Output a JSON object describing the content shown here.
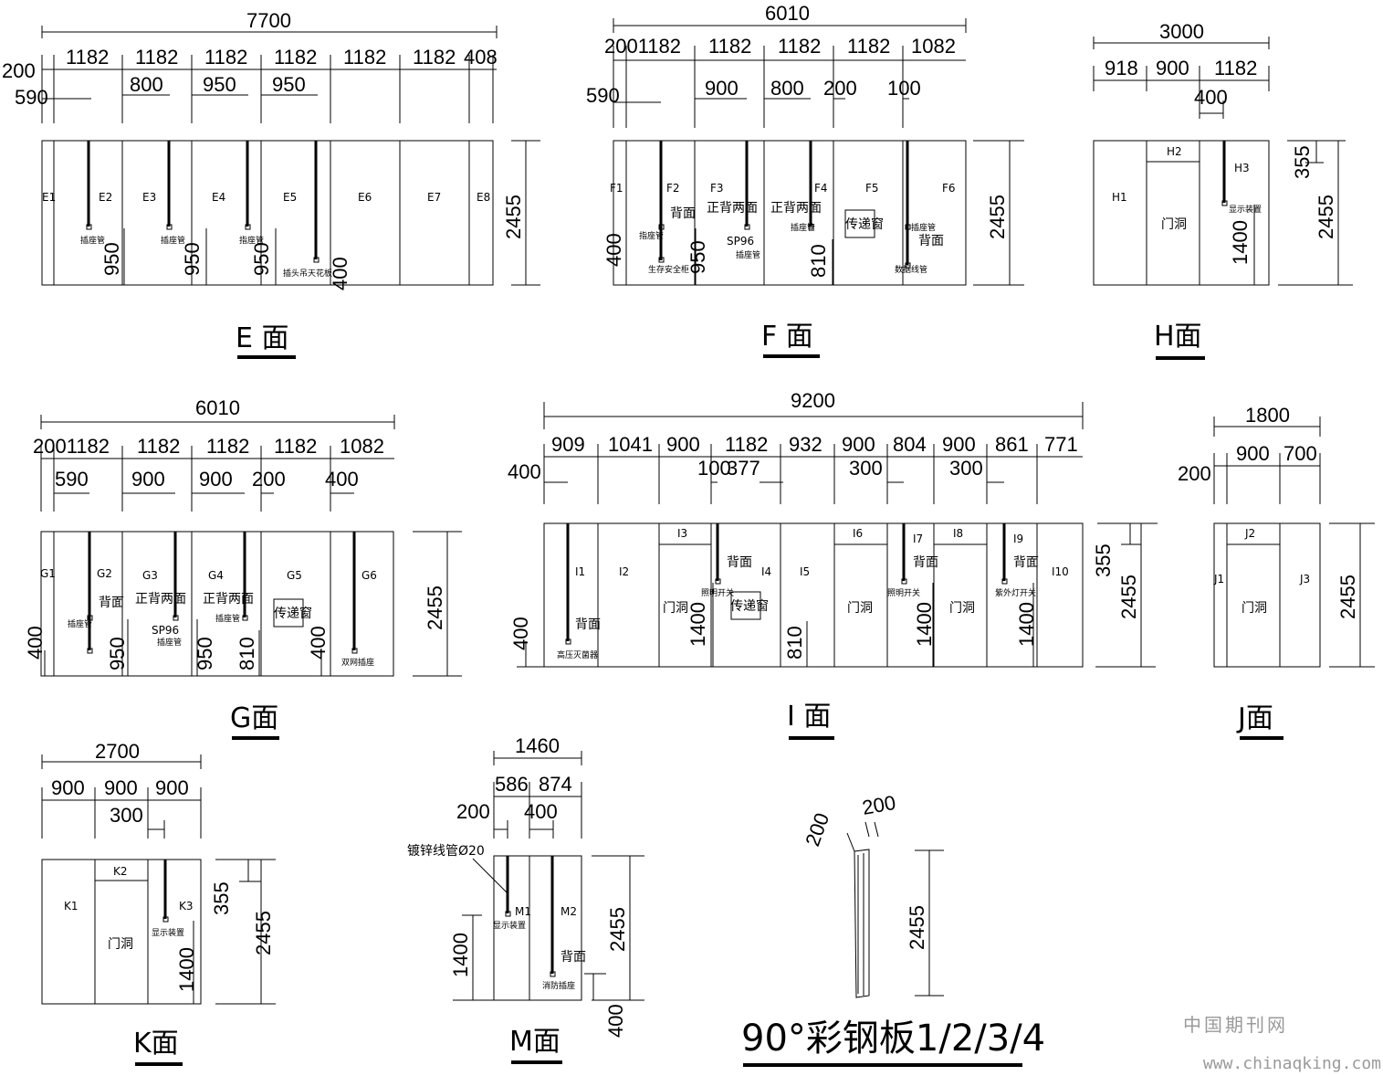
{
  "titles": {
    "E": "E 面",
    "F": "F 面",
    "H": "H面",
    "G": "G面",
    "I": "I 面",
    "J": "J面",
    "K": "K面",
    "M": "M面",
    "steel": "90°彩钢板1/2/3/4"
  },
  "E": {
    "total": "7700",
    "row1": [
      "200",
      "1182",
      "1182",
      "1182",
      "1182",
      "1182",
      "1182",
      "408"
    ],
    "row2": [
      "590",
      "800",
      "950",
      "950"
    ],
    "height": "2455",
    "panels": [
      "E1",
      "E2",
      "E3",
      "E4",
      "E5",
      "E6",
      "E7",
      "E8"
    ],
    "sockets": [
      "插座管",
      "插座管",
      "指座管"
    ],
    "notes": [
      "插头吊天花板",
      "400"
    ],
    "vdims": [
      "950",
      "950",
      "950"
    ]
  },
  "F": {
    "total": "6010",
    "row1": [
      "2001182",
      "1182",
      "1182",
      "1182",
      "1082"
    ],
    "row2": [
      "590",
      "900",
      "800",
      "200",
      "100"
    ],
    "height": "2455",
    "panels": [
      "F1",
      "F2",
      "F3",
      "F4",
      "F5",
      "F6"
    ],
    "labels": [
      "背面",
      "正背两面",
      "正背两面",
      "背面"
    ],
    "sp": "SP96",
    "window": "传递窗",
    "vdims": [
      "400",
      "950",
      "810"
    ],
    "smalls": [
      "指座管",
      "生存安全柜",
      "插座管",
      "插座管",
      "插座管",
      "数据线管"
    ]
  },
  "H": {
    "total": "3000",
    "row1": [
      "918",
      "900",
      "1182"
    ],
    "row2": [
      "400"
    ],
    "height": "2455",
    "top": "355",
    "panels": [
      "H1",
      "H2",
      "H3"
    ],
    "door": "门洞",
    "vdim": "1400",
    "small": "显示装置"
  },
  "G": {
    "total": "6010",
    "row1": [
      "2001182",
      "1182",
      "1182",
      "1182",
      "1082"
    ],
    "row2": [
      "590",
      "900",
      "900",
      "200",
      "400"
    ],
    "height": "2455",
    "panels": [
      "G1",
      "G2",
      "G3",
      "G4",
      "G5",
      "G6"
    ],
    "labels": [
      "背面",
      "正背两面",
      "正背两面"
    ],
    "sp": "SP96",
    "window": "传递窗",
    "vdims": [
      "400",
      "950",
      "950",
      "810",
      "400"
    ],
    "smalls": [
      "插座管",
      "插座管",
      "插座管",
      "双网插座"
    ]
  },
  "I": {
    "total": "9200",
    "row1": [
      "909",
      "1041",
      "900",
      "1182",
      "932",
      "900",
      "804",
      "900",
      "861",
      "771"
    ],
    "row2": [
      "400",
      "100",
      "377",
      "300",
      "300"
    ],
    "height": "2455",
    "top": "355",
    "panels": [
      "I1",
      "I2",
      "I3",
      "I4",
      "I5",
      "I6",
      "I7",
      "I8",
      "I9",
      "I10"
    ],
    "doors": [
      "门洞",
      "门洞",
      "门洞"
    ],
    "window": "传递窗",
    "labels": [
      "背面",
      "背面",
      "背面",
      "背面"
    ],
    "vdims": [
      "400",
      "1400",
      "810",
      "1400",
      "1400"
    ],
    "smalls": [
      "高压灭菌器",
      "照明开关",
      "照明开关",
      "紫外灯开关"
    ]
  },
  "J": {
    "total": "1800",
    "row1": [
      "200",
      "900",
      "700"
    ],
    "height": "2455",
    "panels": [
      "J1",
      "J2",
      "J3"
    ],
    "door": "门洞"
  },
  "K": {
    "total": "2700",
    "row1": [
      "900",
      "900",
      "900"
    ],
    "row2": [
      "300"
    ],
    "height": "2455",
    "top": "355",
    "panels": [
      "K1",
      "K2",
      "K3"
    ],
    "door": "门洞",
    "vdim": "1400",
    "small": "显示装置"
  },
  "M": {
    "total": "1460",
    "row1": [
      "586",
      "874"
    ],
    "row2": [
      "200",
      "400"
    ],
    "height": "2455",
    "panels": [
      "M1",
      "M2"
    ],
    "pipe": "镀锌线管Ø20",
    "label": "背面",
    "vdims": [
      "1400",
      "400"
    ],
    "smalls": [
      "显示装置",
      "消防插座"
    ]
  },
  "steel": {
    "a": "200",
    "b": "200",
    "height": "2455"
  },
  "watermark": {
    "cn": "中国期刊网",
    "url": "www.chinaqking.com"
  }
}
